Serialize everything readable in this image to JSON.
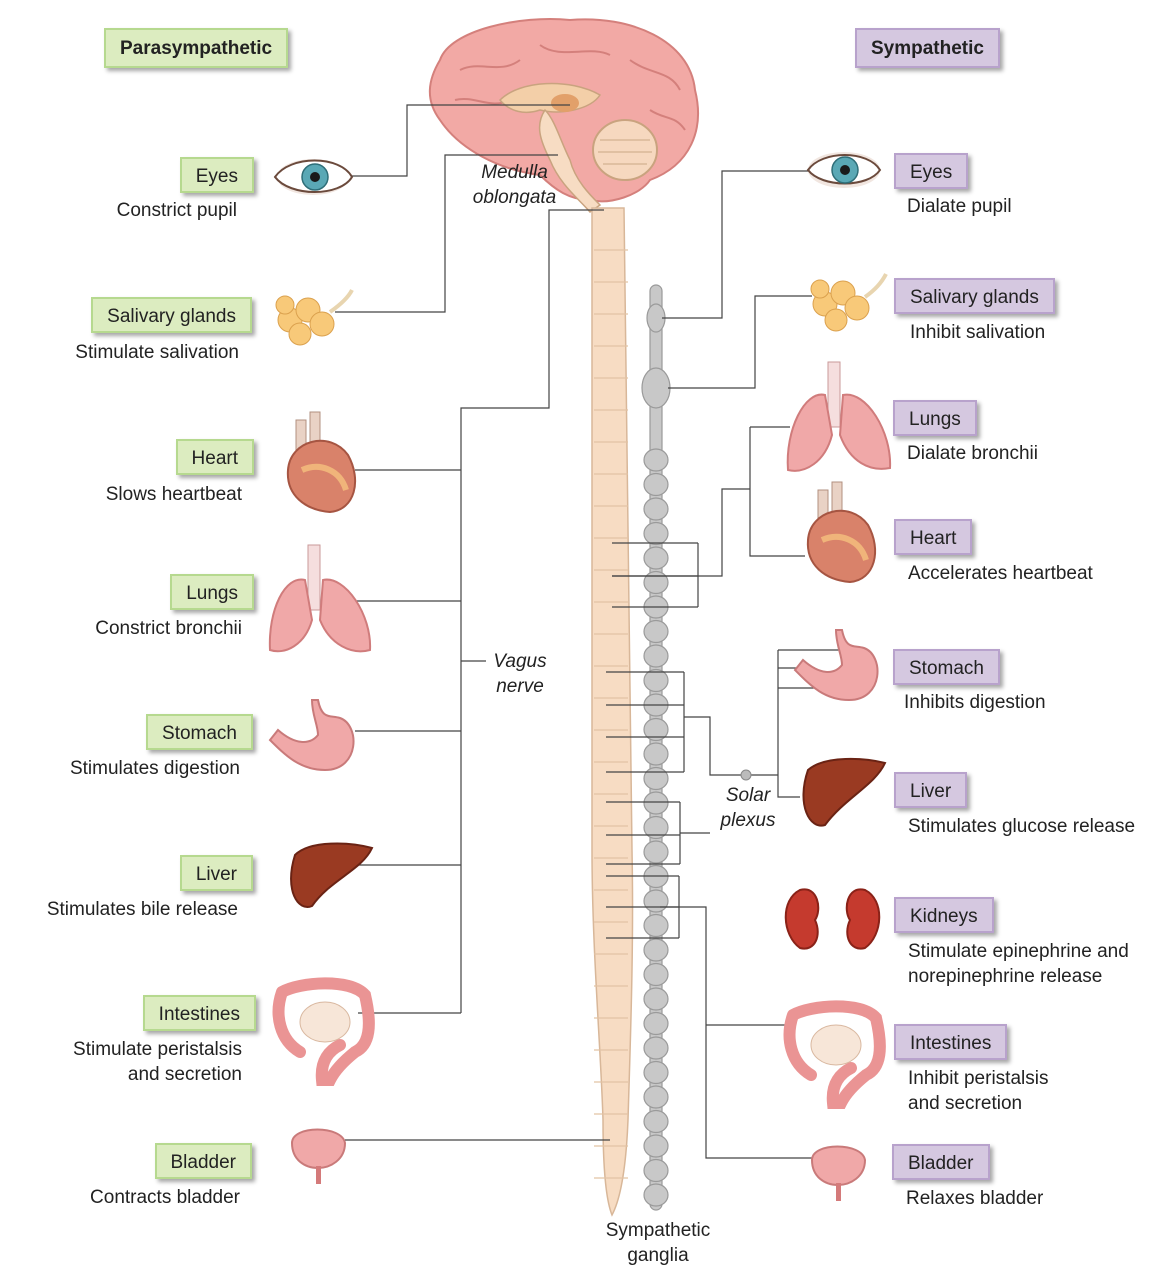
{
  "headers": {
    "parasympathetic": "Parasympathetic",
    "sympathetic": "Sympathetic"
  },
  "labels": {
    "medulla": "Medulla\noblongata",
    "vagus": "Vagus\nnerve",
    "solar": "Solar\nplexus",
    "ganglia": "Sympathetic\nganglia"
  },
  "parasympathetic": [
    {
      "organ": "Eyes",
      "effect": "Constrict pupil"
    },
    {
      "organ": "Salivary glands",
      "effect": "Stimulate salivation"
    },
    {
      "organ": "Heart",
      "effect": "Slows heartbeat"
    },
    {
      "organ": "Lungs",
      "effect": "Constrict bronchii"
    },
    {
      "organ": "Stomach",
      "effect": "Stimulates digestion"
    },
    {
      "organ": "Liver",
      "effect": "Stimulates bile release"
    },
    {
      "organ": "Intestines",
      "effect": "Stimulate peristalsis\nand secretion"
    },
    {
      "organ": "Bladder",
      "effect": "Contracts bladder"
    }
  ],
  "sympathetic": [
    {
      "organ": "Eyes",
      "effect": "Dialate pupil"
    },
    {
      "organ": "Salivary glands",
      "effect": "Inhibit salivation"
    },
    {
      "organ": "Lungs",
      "effect": "Dialate bronchii"
    },
    {
      "organ": "Heart",
      "effect": "Accelerates heartbeat"
    },
    {
      "organ": "Stomach",
      "effect": "Inhibits digestion"
    },
    {
      "organ": "Liver",
      "effect": "Stimulates glucose release"
    },
    {
      "organ": "Kidneys",
      "effect": "Stimulate epinephrine and\nnorepinephrine release"
    },
    {
      "organ": "Intestines",
      "effect": "Inhibit peristalsis\nand secretion"
    },
    {
      "organ": "Bladder",
      "effect": "Relaxes bladder"
    }
  ],
  "colors": {
    "para_box": "#dcecc0",
    "symp_box": "#d5c8e0",
    "spinal_cord": "#f7dcc3",
    "ganglia_chain": "#c8c8c8",
    "brain": "#f0a4a0",
    "organ_pink": "#f0a8a8",
    "liver": "#9a3a22"
  }
}
